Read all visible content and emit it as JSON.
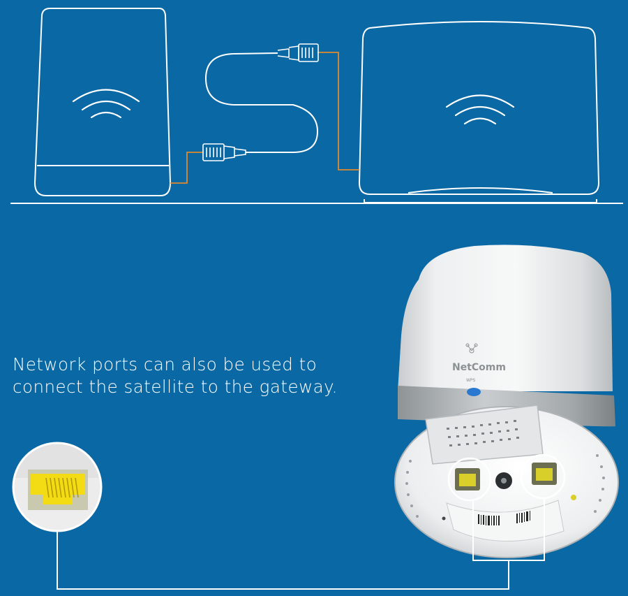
{
  "caption": {
    "line1": "Network ports can also be used to",
    "line2": "connect the satellite to the gateway."
  },
  "device": {
    "brand": "NetComm",
    "button_label": "WPS"
  },
  "icons": {
    "wifi": "wifi-icon",
    "ethernet_plug": "ethernet-plug-icon",
    "ethernet_port": "ethernet-port-icon"
  },
  "colors": {
    "background": "#0a68a4",
    "outline": "#ffffff",
    "cable_orange": "#e08a2e",
    "port_yellow": "#f2e21b",
    "wps_button": "#2b78d0"
  }
}
